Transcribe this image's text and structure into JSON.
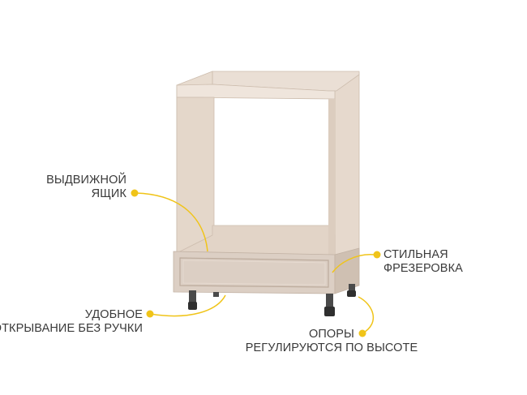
{
  "callouts": {
    "drawer": {
      "line1": "ВЫДВИЖНОЙ",
      "line2": "ЯЩИК"
    },
    "milling": {
      "line1": "СТИЛЬНАЯ",
      "line2": "ФРЕЗЕРОВКА"
    },
    "opening": {
      "line1": "УДОБНОЕ",
      "line2": "ОТКРЫВАНИЕ БЕЗ РУЧКИ"
    },
    "legs": {
      "line1": "ОПОРЫ",
      "line2": "РЕГУЛИРУЮТСЯ ПО ВЫСОТЕ"
    }
  },
  "colors": {
    "dot": "#f0c419",
    "curve": "#f0c419",
    "text": "#3a3a3a",
    "panel": "#e9ddd2",
    "panel_shade": "#d8c9bb",
    "drawer_front": "#dccfc4",
    "legs": "#3a3a3a"
  }
}
